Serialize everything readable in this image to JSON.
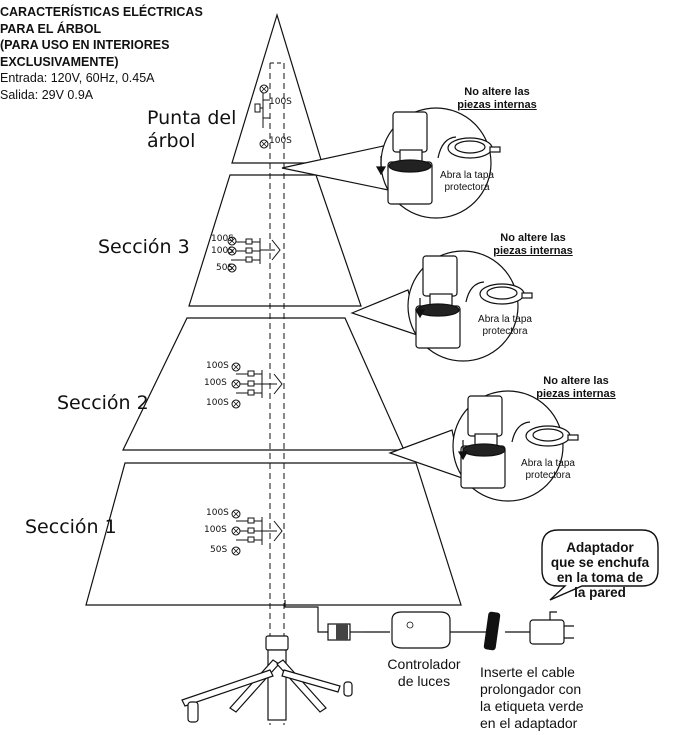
{
  "specs": {
    "title_lines": [
      "CARACTERÍSTICAS ELÉCTRICAS",
      "PARA EL ÁRBOL",
      "(PARA USO EN INTERIORES",
      "EXCLUSIVAMENTE)"
    ],
    "input": "Entrada: 120V, 60Hz, 0.45A",
    "output": "Salida: 29V 0.9A"
  },
  "sections": {
    "top": [
      "Punta del",
      "árbol"
    ],
    "s3": "Sección 3",
    "s2": "Sección 2",
    "s1": "Sección 1"
  },
  "callout": {
    "warning_line1": "No altere las",
    "warning_line2": "piezas internas",
    "caption_line1": "Abra la tapa",
    "caption_line2": "protectora"
  },
  "bulbs": {
    "top": [
      "100S",
      "100S"
    ],
    "s3": [
      "100S",
      "100S",
      "50S"
    ],
    "s2": [
      "100S",
      "100S",
      "100S"
    ],
    "s1": [
      "100S",
      "100S",
      "50S"
    ]
  },
  "adapter": [
    "Adaptador",
    "que se enchufa",
    "en la toma de",
    "la pared"
  ],
  "controller": [
    "Controlador",
    "de luces"
  ],
  "cable_note": [
    "Inserte el cable",
    "prolongador con",
    "la etiqueta verde",
    "en el adaptador"
  ]
}
